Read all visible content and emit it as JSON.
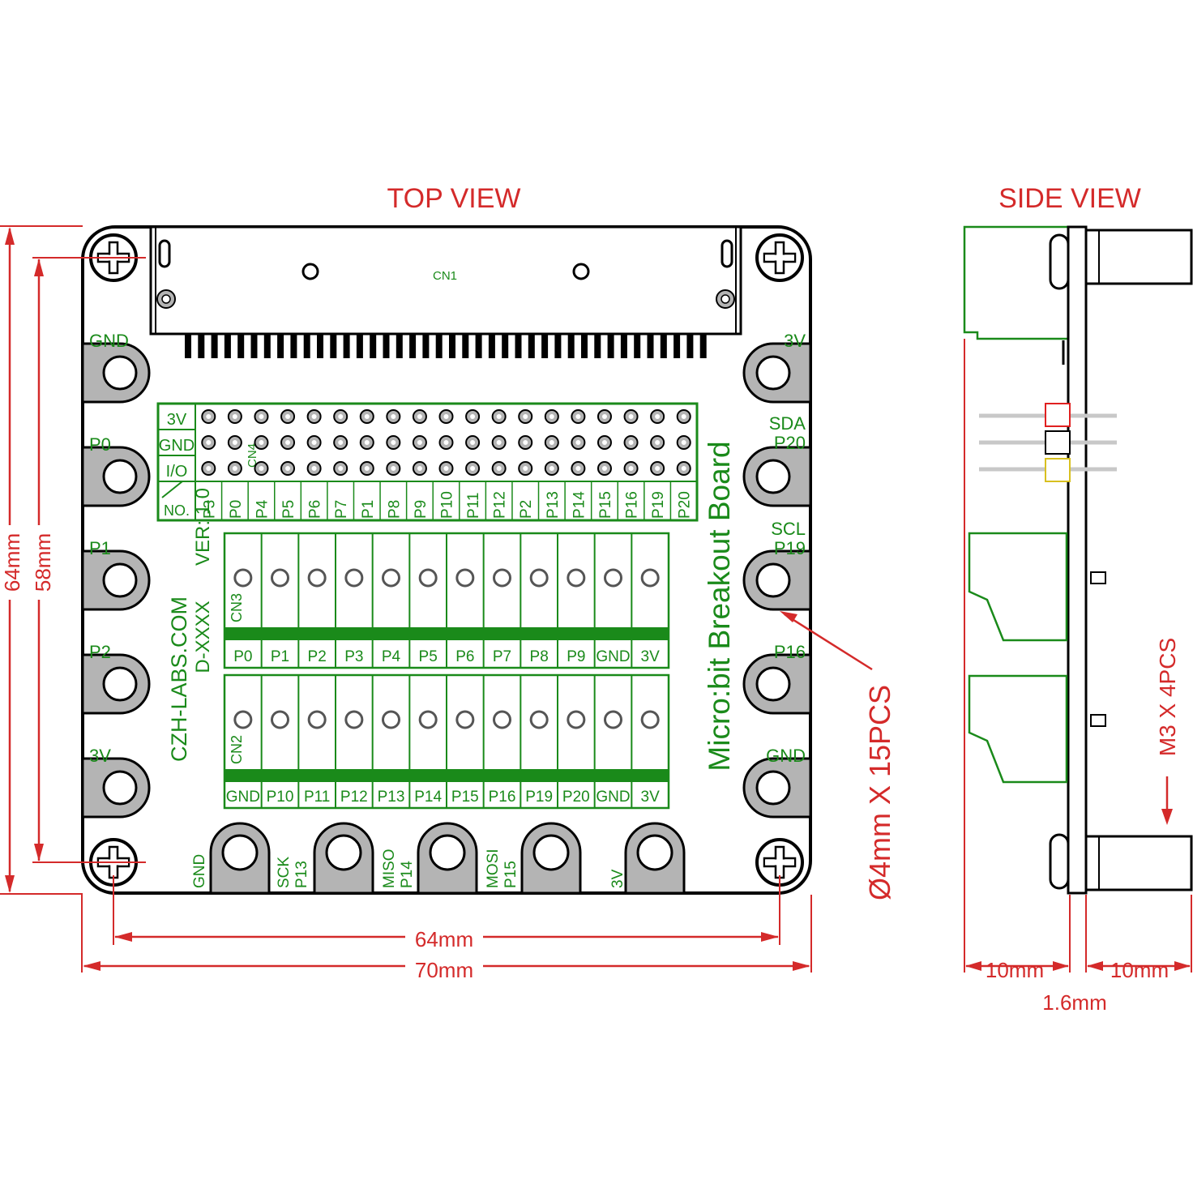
{
  "colors": {
    "dimension": "#d42a2a",
    "silkscreen": "#1a8a1a",
    "outline": "#000000",
    "pad": "#b4b4b4",
    "led_red": "#e02020",
    "led_yellow": "#d8c020"
  },
  "top_view": {
    "title": "TOP VIEW",
    "cn1_label": "CN1",
    "cn4_label": "CN4",
    "board_title": "Micro:bit Breakout Board",
    "brand": "CZH-LABS.COM",
    "model": "D-XXXX",
    "version": "VER: 1.0",
    "pads_left": [
      "GND",
      "P0",
      "P1",
      "P2",
      "3V"
    ],
    "pads_right": [
      {
        "line1": "3V",
        "line2": ""
      },
      {
        "line1": "SDA",
        "line2": "P20"
      },
      {
        "line1": "SCL",
        "line2": "P19"
      },
      {
        "line1": "P16",
        "line2": ""
      },
      {
        "line1": "GND",
        "line2": ""
      }
    ],
    "pads_bottom": [
      {
        "line1": "GND",
        "line2": ""
      },
      {
        "line1": "SCK",
        "line2": "P13"
      },
      {
        "line1": "MISO",
        "line2": "P14"
      },
      {
        "line1": "MOSI",
        "line2": "P15"
      },
      {
        "line1": "3V",
        "line2": ""
      }
    ],
    "header_rows": [
      "3V",
      "GND",
      "I/O"
    ],
    "header_corner": "NO.",
    "header_pins": [
      "P3",
      "P0",
      "P4",
      "P5",
      "P6",
      "P7",
      "P1",
      "P8",
      "P9",
      "P10",
      "P11",
      "P12",
      "P2",
      "P13",
      "P14",
      "P15",
      "P16",
      "P19",
      "P20"
    ],
    "cn3": {
      "label": "CN3",
      "pins": [
        "P0",
        "P1",
        "P2",
        "P3",
        "P4",
        "P5",
        "P6",
        "P7",
        "P8",
        "P9",
        "GND",
        "3V"
      ]
    },
    "cn2": {
      "label": "CN2",
      "pins": [
        "GND",
        "P10",
        "P11",
        "P12",
        "P13",
        "P14",
        "P15",
        "P16",
        "P19",
        "P20",
        "GND",
        "3V"
      ]
    },
    "hole_note": "Ø4mm X 15PCS",
    "dims": {
      "height_outer": "64mm",
      "height_inner": "58mm",
      "width_inner": "64mm",
      "width_outer": "70mm"
    }
  },
  "side_view": {
    "title": "SIDE VIEW",
    "screw_note": "M3 X 4PCS",
    "dims": {
      "left": "10mm",
      "right": "10mm",
      "pcb": "1.6mm"
    }
  }
}
